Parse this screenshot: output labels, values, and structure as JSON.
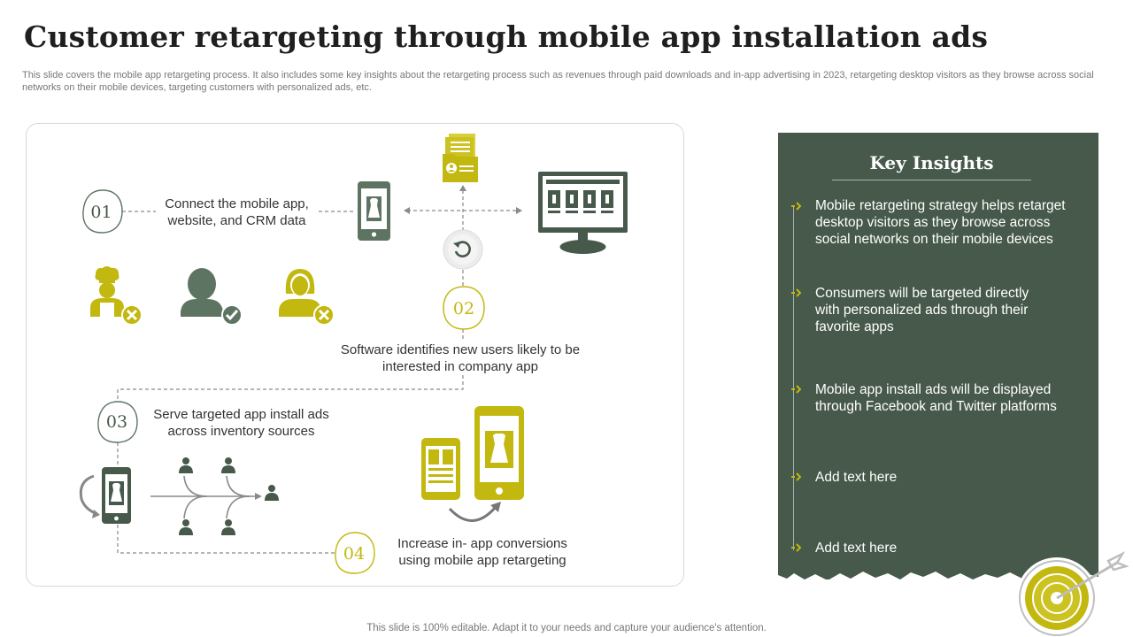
{
  "title": "Customer retargeting through mobile app installation ads",
  "subtitle": "This slide covers the mobile app retargeting process. It also includes some key insights about the retargeting process such as revenues through paid downloads and in-app advertising in 2023, retargeting desktop visitors as they browse across social networks on their mobile devices, targeting customers with personalized ads, etc.",
  "steps": [
    {
      "number": "01",
      "label_line1": "Connect the mobile app,",
      "label_line2": "website, and CRM data"
    },
    {
      "number": "02",
      "label_line1": "Software identifies new users likely to be",
      "label_line2": "interested in company app"
    },
    {
      "number": "03",
      "label_line1": "Serve targeted app install ads",
      "label_line2": "across inventory  sources"
    },
    {
      "number": "04",
      "label_line1": "Increase  in- app conversions",
      "label_line2": "using mobile app retargeting"
    }
  ],
  "insights": {
    "title": "Key Insights",
    "items": [
      {
        "line1": "Mobile retargeting strategy helps retarget",
        "line2": "desktop visitors as they browse across",
        "line3": "social networks on their mobile devices"
      },
      {
        "line1": "Consumers will be targeted directly",
        "line2": "with personalized ads through their",
        "line3": "favorite apps"
      },
      {
        "line1": "Mobile app install ads will be displayed",
        "line2": "through Facebook and Twitter platforms",
        "line3": ""
      },
      {
        "line1": "Add text here",
        "line2": "",
        "line3": ""
      },
      {
        "line1": "Add text here",
        "line2": "",
        "line3": ""
      }
    ]
  },
  "footer": "This slide is 100% editable. Adapt it to your needs and capture your audience's attention.",
  "colors": {
    "olive": "#c2b80f",
    "dark_green": "#46594a",
    "gray_green": "#5e7463",
    "text": "#333333"
  },
  "icons": [
    "phone-dress-icon",
    "document-user-icon",
    "monitor-icon",
    "refresh-icon",
    "chef-icon",
    "user-check-icon",
    "woman-icon",
    "network-icon",
    "phones-icon",
    "target-icon"
  ]
}
